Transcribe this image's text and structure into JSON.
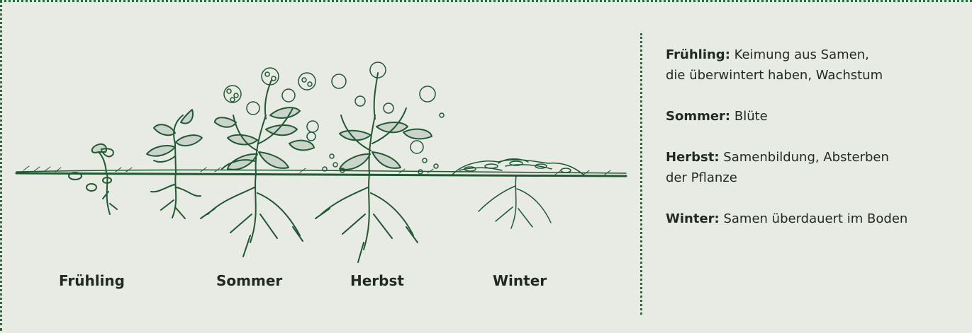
{
  "colors": {
    "background": "#e8eae4",
    "accent": "#2a6a3e",
    "ink": "#1f5a33",
    "text": "#1f2a20"
  },
  "seasons": [
    {
      "key": "fruehling",
      "label": "Frühling"
    },
    {
      "key": "sommer",
      "label": "Sommer"
    },
    {
      "key": "herbst",
      "label": "Herbst"
    },
    {
      "key": "winter",
      "label": "Winter"
    }
  ],
  "legend": [
    {
      "term": "Frühling:",
      "line1": "Keimung aus Samen,",
      "line2": "die überwintert haben, Wachstum"
    },
    {
      "term": "Sommer:",
      "line1": "Blüte",
      "line2": ""
    },
    {
      "term": "Herbst:",
      "line1": "Samenbildung, Absterben",
      "line2": "der Pflanze"
    },
    {
      "term": "Winter:",
      "line1": "Samen überdauert im Boden",
      "line2": ""
    }
  ]
}
